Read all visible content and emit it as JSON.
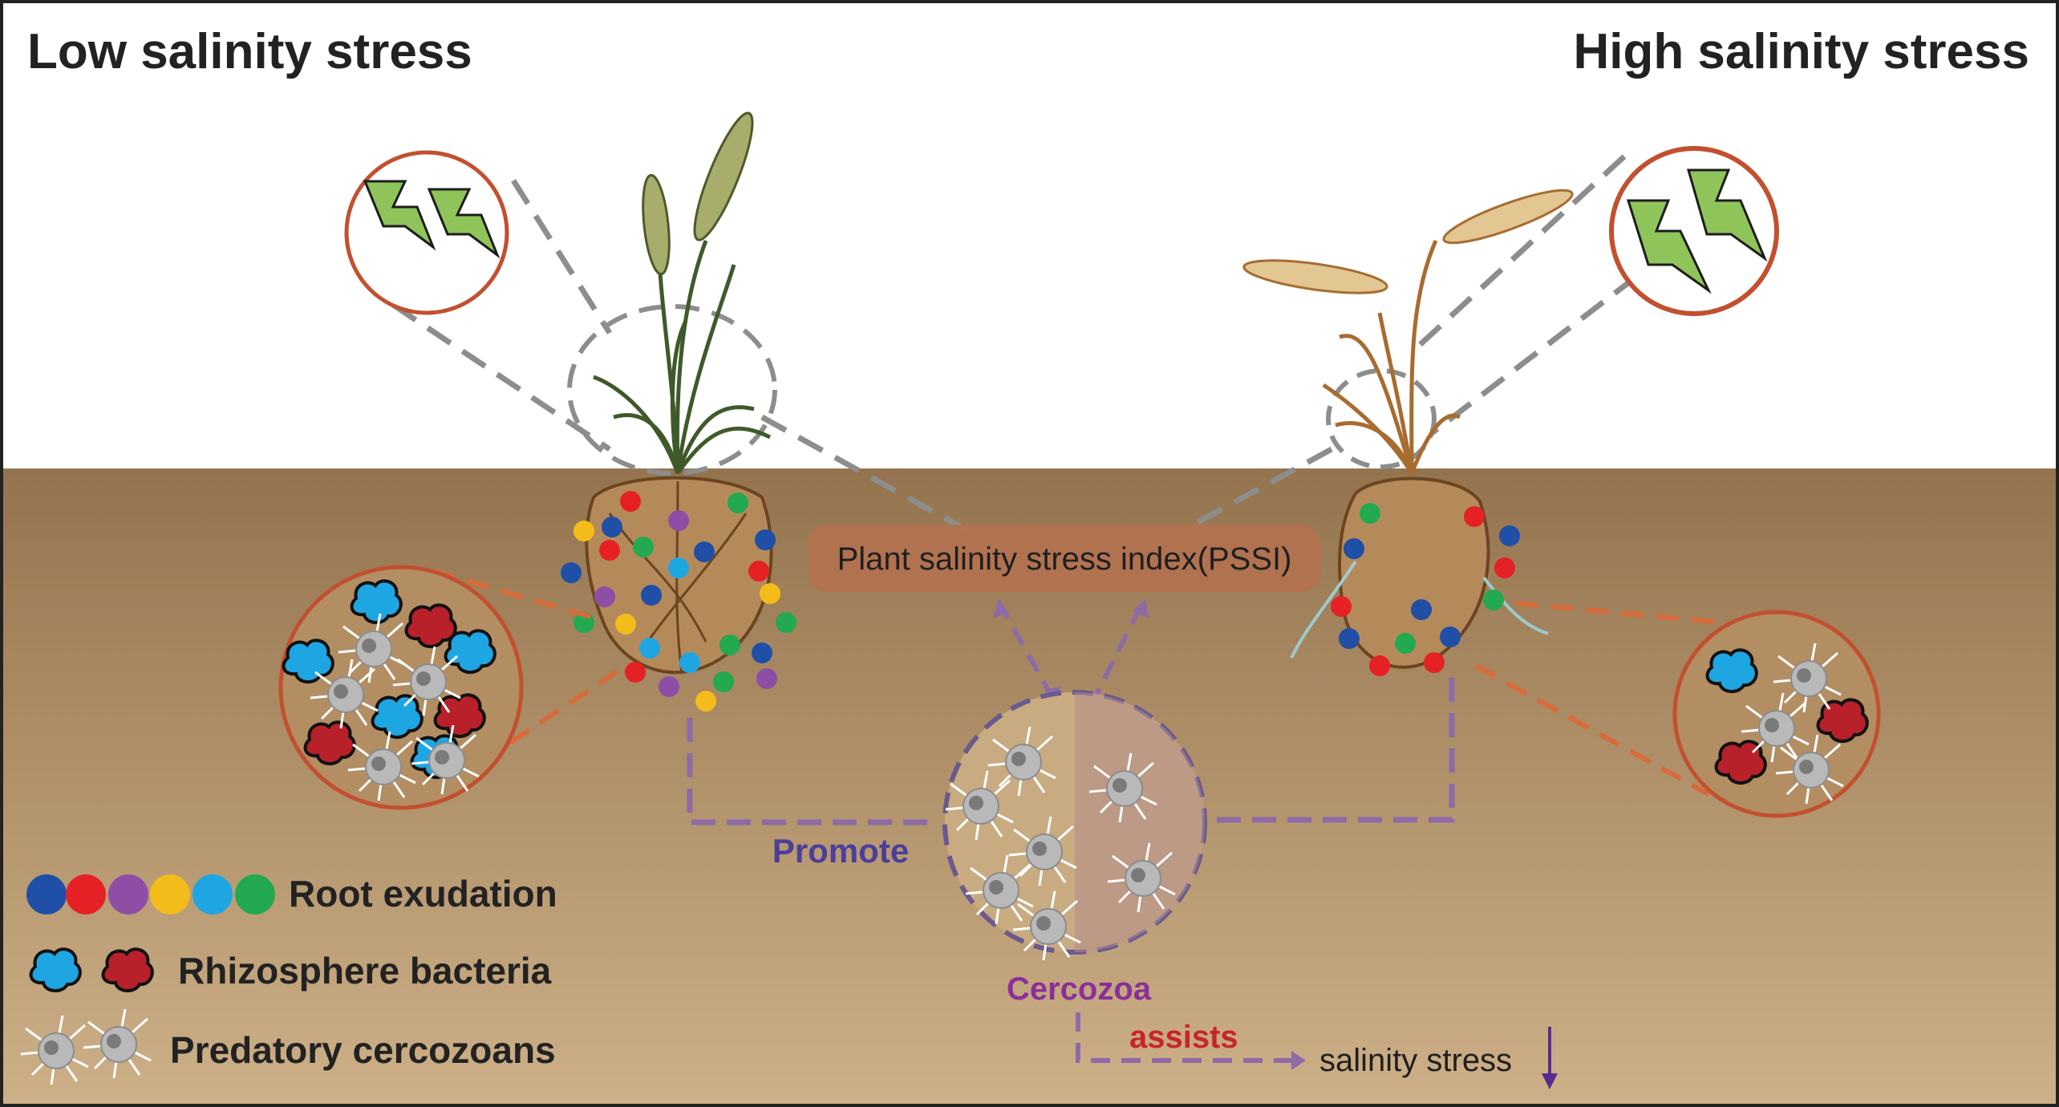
{
  "titles": {
    "left": "Low salinity stress",
    "right": "High salinity stress"
  },
  "center_label": "Plant salinity stress index(PSSI)",
  "labels": {
    "promote": "Promote",
    "cercozoa": "Cercozoa",
    "assists": "assists",
    "outcome": "salinity stress"
  },
  "legend": [
    {
      "icon": "colored-dots-icon",
      "text": "Root exudation"
    },
    {
      "icon": "bacteria-icon",
      "text": "Rhizosphere bacteria"
    },
    {
      "icon": "cercozoan-icon",
      "text": "Predatory cercozoans"
    }
  ],
  "colors": {
    "soil_top": "#9a7b55",
    "soil_bottom": "#c9ab82",
    "pssi_box": "#b3714f",
    "promote_text": "#4b3f9a",
    "cercozoa_text": "#8a2f9a",
    "assists_text": "#c8252a",
    "dashed_purple": "#8e6aa6",
    "circle_outline": "#c2502f",
    "lightning": "#8fc45a",
    "exudates": [
      "#1f4fa6",
      "#e52126",
      "#8e4ea5",
      "#f4bc1a",
      "#1ea6e3",
      "#23a94f"
    ],
    "bacteria": [
      "#1ea6e3",
      "#b8212a"
    ],
    "healthy_plant": "#3f5a2a",
    "stressed_plant": "#a86c2f"
  }
}
